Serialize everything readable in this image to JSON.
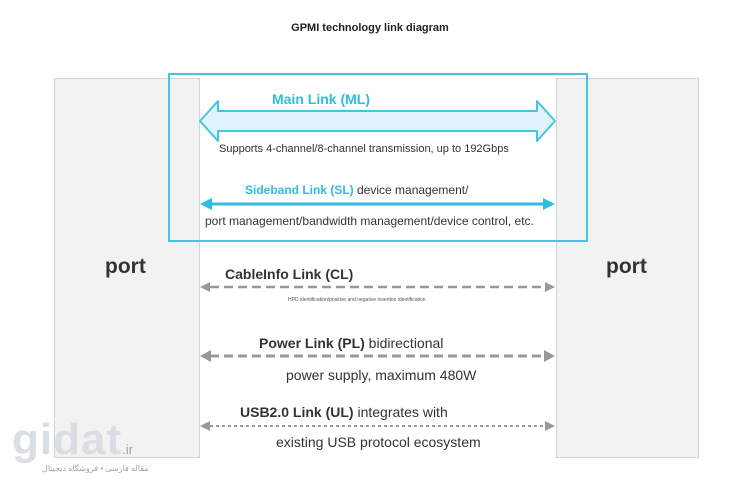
{
  "title": "GPMI technology link diagram",
  "ports": {
    "left_label": "port",
    "right_label": "port"
  },
  "links": {
    "main": {
      "name": "Main Link (ML)",
      "description": "Supports 4-channel/8-channel transmission, up to 192Gbps"
    },
    "sideband": {
      "name": "Sideband Link (SL)",
      "description_line1": " device management/",
      "description_line2": "port management/bandwidth management/device control, etc."
    },
    "cableinfo": {
      "name": "CableInfo Link (CL)",
      "description": "HPD identification/positive and negative insertion identification"
    },
    "power": {
      "name": "Power Link (PL)",
      "description_line1": " bidirectional",
      "description_line2": "power supply, maximum 480W"
    },
    "usb": {
      "name": "USB2.0 Link (UL)",
      "description_line1": " integrates with",
      "description_line2": "existing USB protocol ecosystem"
    }
  },
  "watermark": {
    "brand": "gidat",
    "domain": ".ir",
    "tagline": "مقاله فارسی • فروشگاه دیجیتال"
  },
  "colors": {
    "accent": "#2fbde0",
    "main_arrow_fill": "#dff4fa",
    "dashed_arrow": "#999999",
    "port_fill": "#f2f2f2"
  }
}
